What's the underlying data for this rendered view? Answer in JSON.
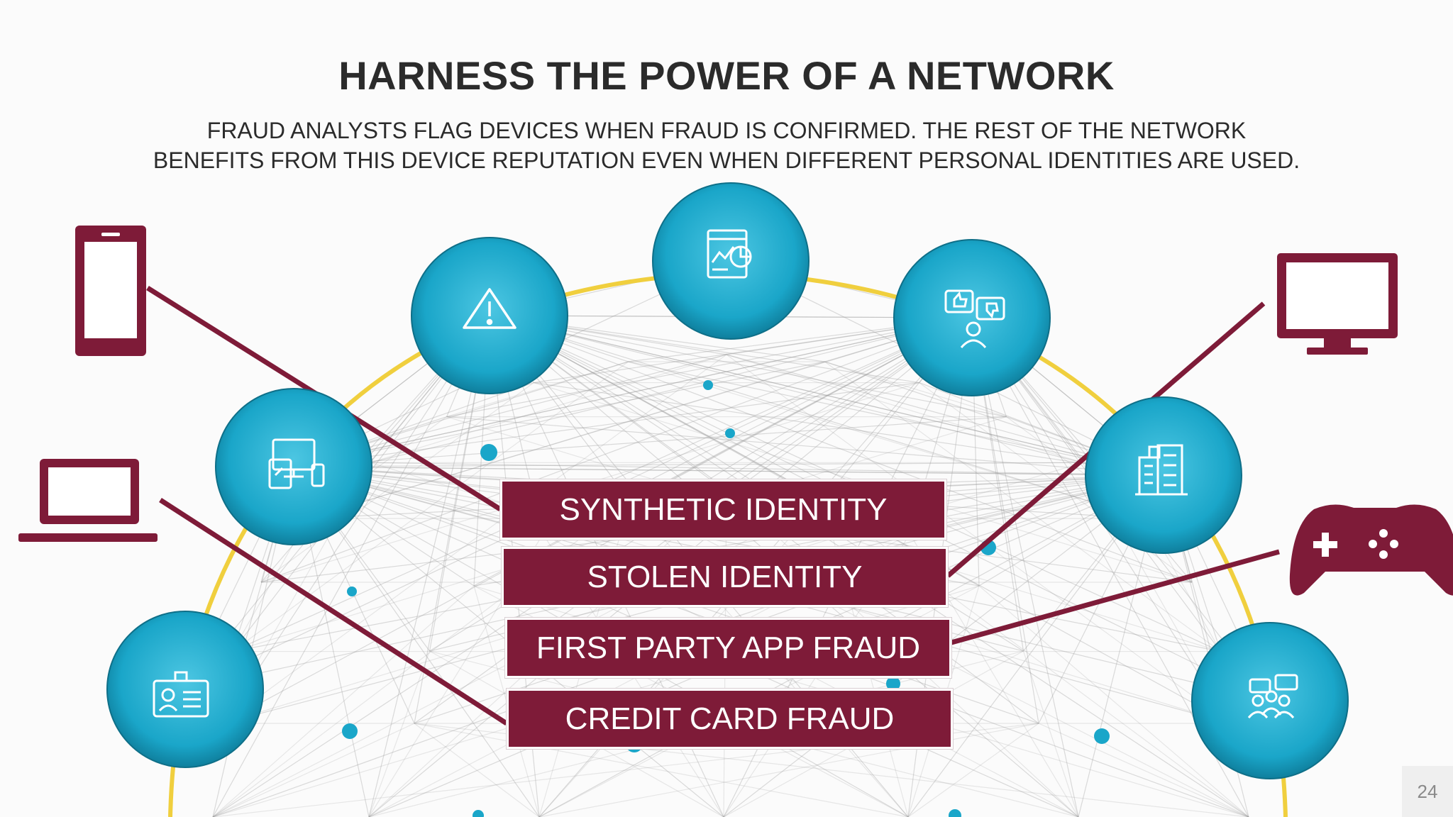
{
  "header": {
    "title": "HARNESS THE POWER OF A NETWORK",
    "subtitle_line1": "FRAUD ANALYSTS FLAG DEVICES WHEN FRAUD IS CONFIRMED. THE REST OF THE NETWORK",
    "subtitle_line2": "BENEFITS FROM THIS DEVICE REPUTATION EVEN WHEN DIFFERENT PERSONAL IDENTITIES ARE USED."
  },
  "fraud_types": [
    "SYNTHETIC IDENTITY",
    "STOLEN IDENTITY",
    "FIRST PARTY APP FRAUD",
    "CREDIT CARD FRAUD"
  ],
  "devices": [
    "smartphone-icon",
    "laptop-icon",
    "monitor-icon",
    "gamepad-icon"
  ],
  "node_icons": [
    "id-card-icon",
    "devices-icon",
    "warning-icon",
    "analytics-icon",
    "feedback-icon",
    "buildings-icon",
    "community-icon"
  ],
  "colors": {
    "node_blue": "#1aa6c9",
    "device_maroon": "#7e1b38",
    "arc_yellow": "#f0cf3e",
    "network_gray": "#9a9a9a"
  },
  "page_number": "24"
}
